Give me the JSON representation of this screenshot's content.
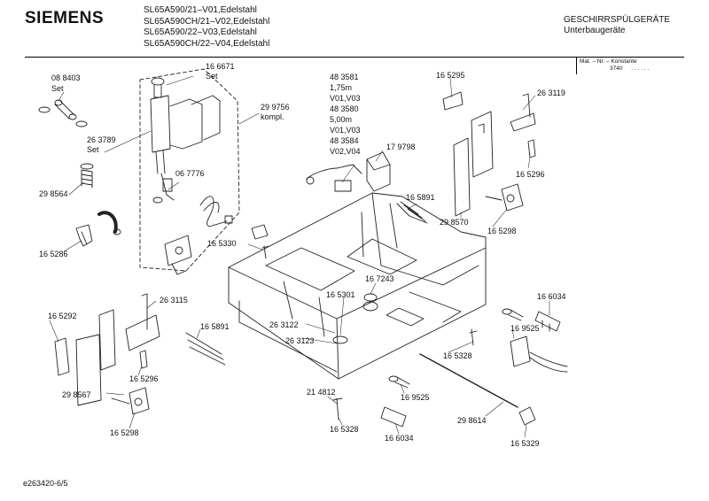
{
  "header": {
    "brand": "SIEMENS",
    "models": [
      "SL65A590/21–V01,Edelstahl",
      "SL65A590CH/21–V02,Edelstahl",
      "SL65A590/22–V03,Edelstahl",
      "SL65A590CH/22–V04,Edelstahl"
    ],
    "category": "GESCHIRRSPÜLGERÄTE",
    "subcategory": "Unterbaugeräte"
  },
  "mat_box": {
    "heading": "Mat. – Nr. – Konstante",
    "value": "3740",
    "dots": ". . . . . ."
  },
  "labels": {
    "p088403": "08 8403",
    "p088403_set": "Set",
    "p166671": "16 6671",
    "p166671_set": "Set",
    "p263789": "26 3789",
    "p263789_set": "Set",
    "p299756": "29 9756",
    "p299756_kompl": "kompl.",
    "p298564": "29 8564",
    "p067776": "06 7776",
    "p165286": "16 5286",
    "p165330": "16 5330",
    "p483581": "48 3581",
    "len1": "1,75m",
    "v01v03a": "V01,V03",
    "p483580": "48 3580",
    "len2": "5,00m",
    "v01v03b": "V01,V03",
    "p483584": "48 3584",
    "v02v04": "V02,V04",
    "p179798": "17 9798",
    "p165295": "16 5295",
    "p263119": "26 3119",
    "p165296a": "16 5296",
    "p165891a": "16 5891",
    "p298570": "29 8570",
    "p165298a": "16 5298",
    "p167243": "16 7243",
    "p165301": "16 5301",
    "p263122": "26 3122",
    "p263123": "26 3123",
    "p263115": "26 3115",
    "p165292": "16 5292",
    "p165891b": "16 5891",
    "p165296b": "16 5296",
    "p298567": "29 8567",
    "p165298b": "16 5298",
    "p166034a": "16 6034",
    "p169525a": "16 9525",
    "p165328a": "16 5328",
    "p214812": "21 4812",
    "p169525b": "16 9525",
    "p165328b": "16 5328",
    "p166034b": "16 6034",
    "p298614": "29 8614",
    "p165329": "16 5329"
  },
  "footer": "e263420-6/5"
}
